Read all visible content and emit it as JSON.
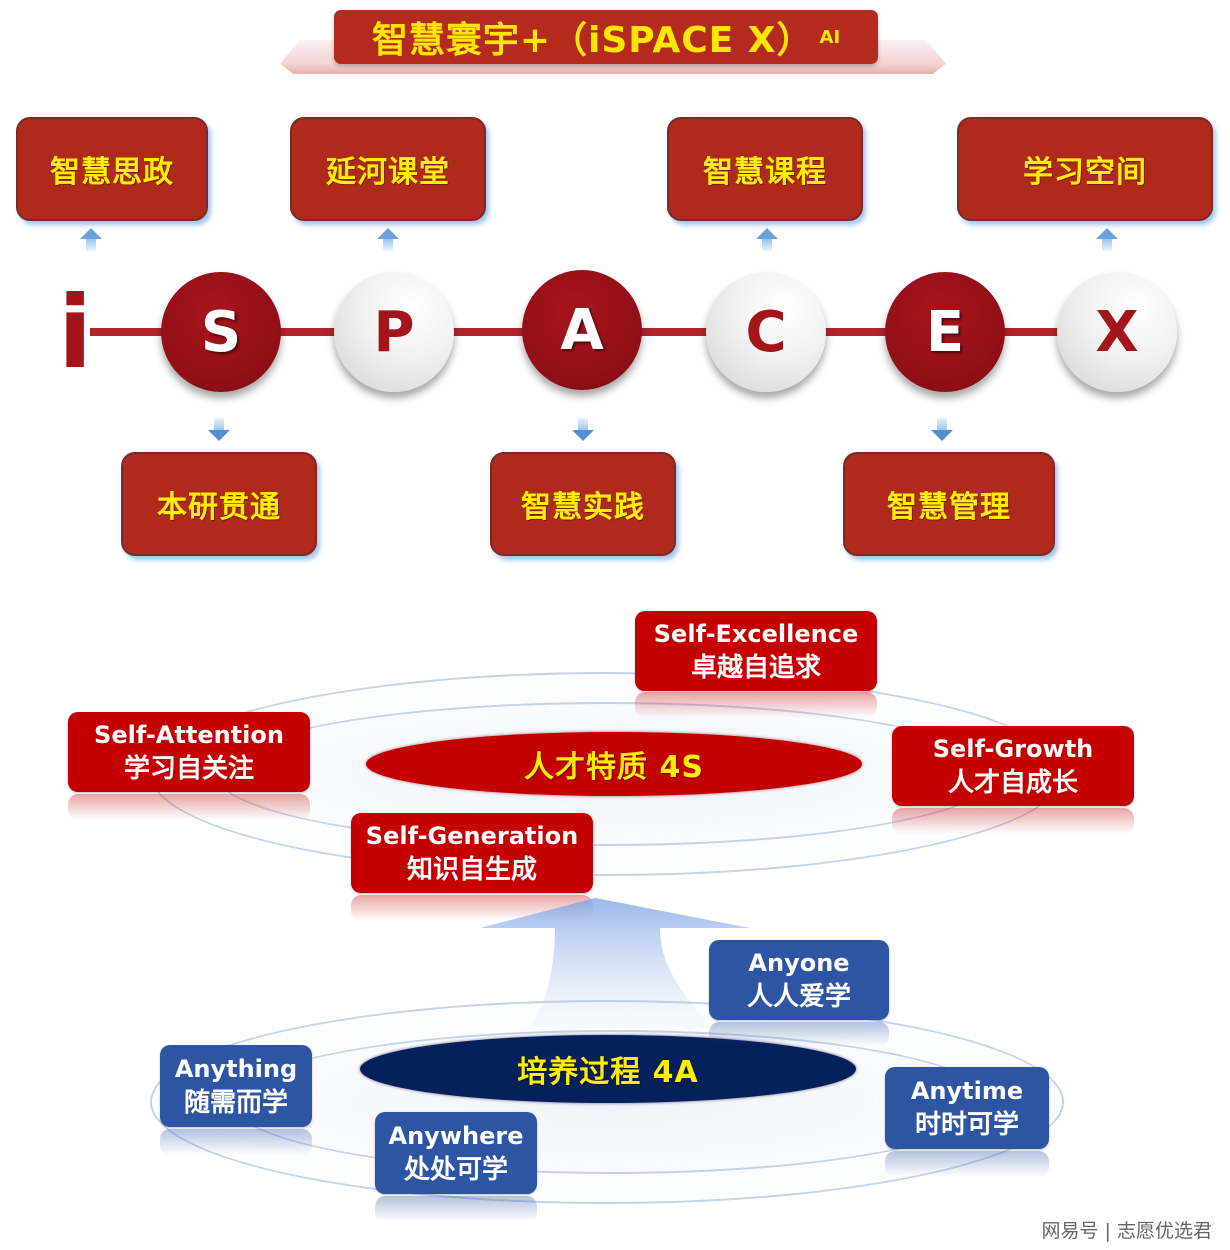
{
  "title": {
    "main": "智慧寰宇+（iSPACE X）",
    "superscript": "AI"
  },
  "top_boxes": [
    {
      "label": "智慧思政"
    },
    {
      "label": "延河课堂"
    },
    {
      "label": "智慧课程"
    },
    {
      "label": "学习空间"
    }
  ],
  "chain": {
    "prefix": "i",
    "letters": [
      {
        "letter": "S",
        "style": "red"
      },
      {
        "letter": "P",
        "style": "white"
      },
      {
        "letter": "A",
        "style": "red"
      },
      {
        "letter": "C",
        "style": "white"
      },
      {
        "letter": "E",
        "style": "red"
      },
      {
        "letter": "X",
        "style": "white"
      }
    ]
  },
  "bottom_boxes": [
    {
      "label": "本研贯通"
    },
    {
      "label": "智慧实践"
    },
    {
      "label": "智慧管理"
    }
  ],
  "talent_4s": {
    "core": "人才特质 4S",
    "items": [
      {
        "en": "Self-Excellence",
        "zh": "卓越自追求"
      },
      {
        "en": "Self-Attention",
        "zh": "学习自关注"
      },
      {
        "en": "Self-Growth",
        "zh": "人才自成长"
      },
      {
        "en": "Self-Generation",
        "zh": "知识自生成"
      }
    ]
  },
  "process_4a": {
    "core": "培养过程 4A",
    "items": [
      {
        "en": "Anyone",
        "zh": "人人爱学"
      },
      {
        "en": "Anything",
        "zh": "随需而学"
      },
      {
        "en": "Anytime",
        "zh": "时时可学"
      },
      {
        "en": "Anywhere",
        "zh": "处处可学"
      }
    ]
  },
  "colors": {
    "box_red": "#b02a1c",
    "text_yellow": "#ffee00",
    "circle_red": "#8f0f16",
    "core_red": "#c20000",
    "core_navy": "#06205c",
    "label_blue": "#2e55a3"
  },
  "watermark": "网易号 | 志愿优选君"
}
